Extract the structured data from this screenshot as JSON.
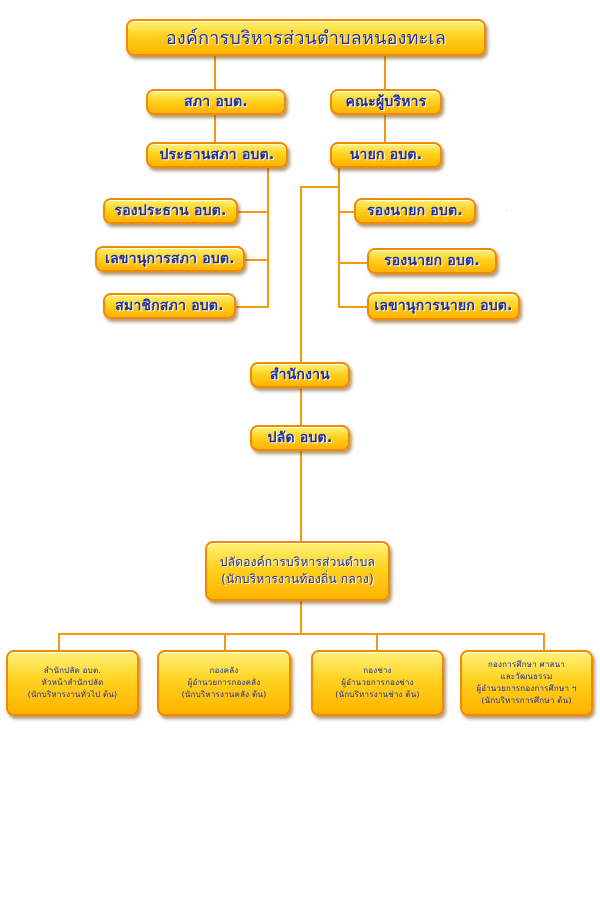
{
  "org": {
    "title": "องค์การบริหารส่วนตำบลหนองทะเล",
    "council": "สภา อบต.",
    "executive": "คณะผู้บริหาร",
    "council_chair": "ประธานสภา อบต.",
    "mayor": "นายก อบต.",
    "vice_chair": "รองประธาน อบต.",
    "council_secretary": "เลขานุการสภา อบต.",
    "council_member": "สมาชิกสภา อบต.",
    "deputy_mayor_1": "รองนายก อบต.",
    "deputy_mayor_2": "รองนายก อบต.",
    "mayor_secretary": "เลขานุการนายก อบต.",
    "office": "สำนักงาน",
    "chief": "ปลัด อบต.",
    "chief_full": {
      "line1": "ปลัดองค์การบริหารส่วนตำบล",
      "line2": "(นักบริหารงานท้องถิ่น กลาง)"
    },
    "departments": [
      {
        "line1": "สำนักปลัด อบต.",
        "line2": "หัวหน้าสำนักปลัด",
        "line3": "(นักบริหารงานทั่วไป ต้น)"
      },
      {
        "line1": "กองคลัง",
        "line2": "ผู้อำนวยการกองคลัง",
        "line3": "(นักบริหารงานคลัง ต้น)"
      },
      {
        "line1": "กองช่าง",
        "line2": "ผู้อำนวยการกองช่าง",
        "line3": "(นักบริหารงานช่าง ต้น)"
      },
      {
        "line1": "กองการศึกษา ศาสนา",
        "line2": "และวัฒนธรรม",
        "line3": "ผู้อำนวยการกองการศึกษา ฯ",
        "line4": "(นักบริหารการศึกษา ต้น)"
      }
    ]
  }
}
